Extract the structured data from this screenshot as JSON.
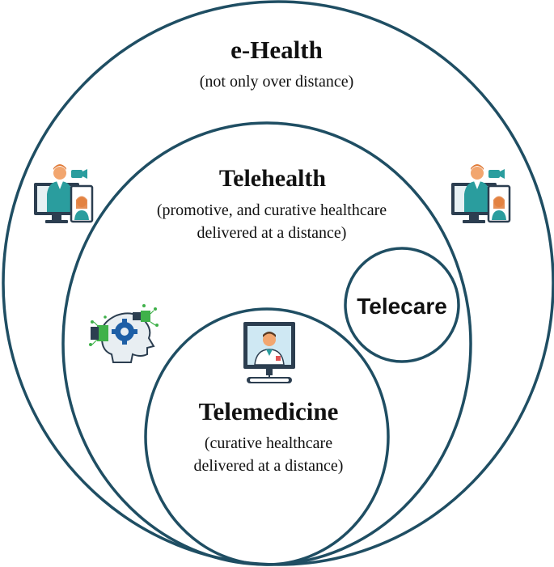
{
  "outer": {
    "title": "e-Health",
    "subtitle": "(not only over distance)"
  },
  "middle": {
    "title": "Telehealth",
    "subtitle_line1": "(promotive, and curative healthcare",
    "subtitle_line2": "delivered at a distance)"
  },
  "side": {
    "title": "Telecare"
  },
  "inner": {
    "title": "Telemedicine",
    "subtitle_line1": "(curative healthcare",
    "subtitle_line2": "delivered at a distance)"
  },
  "icons": [
    "doctor-video-call-icon",
    "doctor-video-call-icon",
    "ai-brain-gear-icon",
    "doctor-monitor-icon"
  ],
  "colors": {
    "ring": "#1f4e63",
    "skin": "#f2a66f",
    "teal": "#2a9d9e",
    "dark": "#2c3e50",
    "green": "#3fb14a"
  }
}
